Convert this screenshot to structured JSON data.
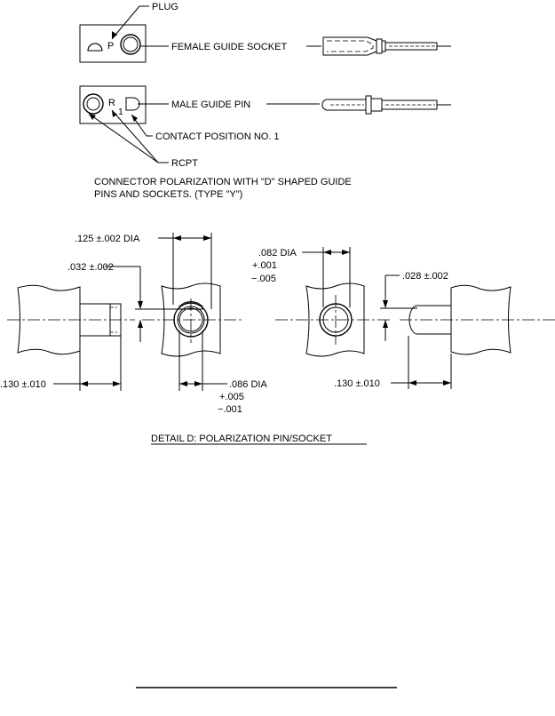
{
  "labels": {
    "plug": "PLUG",
    "female_guide_socket": "FEMALE GUIDE SOCKET",
    "male_guide_pin": "MALE GUIDE PIN",
    "contact_position": "CONTACT POSITION NO. 1",
    "rcpt": "RCPT",
    "letter_p": "P",
    "letter_r": "R",
    "digit_1": "1"
  },
  "caption": {
    "line1": "CONNECTOR POLARIZATION WITH \"D\" SHAPED GUIDE",
    "line2": "PINS AND SOCKETS. (TYPE \"Y\")"
  },
  "dimensions": {
    "d125": ".125 ±.002 DIA",
    "d032": ".032 ±.002",
    "d130_left": ".130 ±.010",
    "d086": ".086 DIA",
    "d086_plus": "+.005",
    "d086_minus": "−.001",
    "d082": ".082 DIA",
    "d082_plus": "+.001",
    "d082_minus": "−.005",
    "d028": ".028 ±.002",
    "d130_right": ".130 ±.010"
  },
  "detail_title": "DETAIL  D:  POLARIZATION PIN/SOCKET"
}
